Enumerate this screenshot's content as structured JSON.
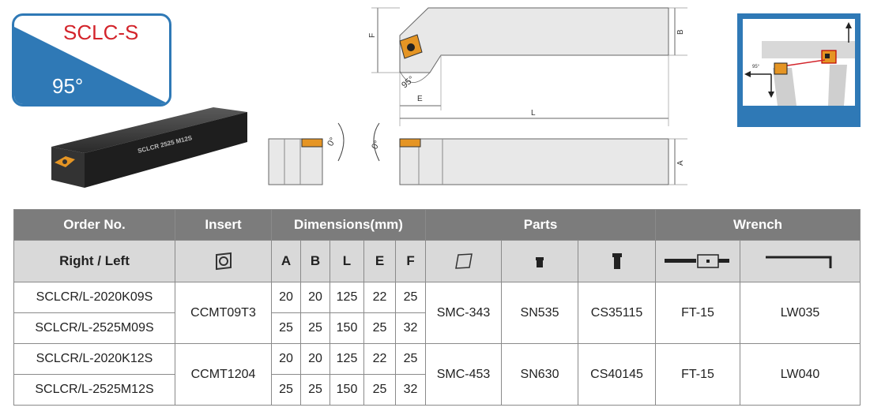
{
  "badge": {
    "code": "SCLC-S",
    "angle": "95°"
  },
  "tool_marking": "SCLCR 2525 M12S",
  "drawing": {
    "label_F": "F",
    "label_B": "B",
    "label_E": "E",
    "label_L": "L",
    "label_A": "A",
    "angle_95": "95°",
    "angle_0_left": "0°",
    "angle_0_right": "0°"
  },
  "inset": {
    "angle": "95°"
  },
  "table": {
    "groups": [
      "Order No.",
      "Insert",
      "Dimensions(mm)",
      "Parts",
      "Wrench"
    ],
    "subheader_order": "Right / Left",
    "dim_headers": [
      "A",
      "B",
      "L",
      "E",
      "F"
    ],
    "icons": [
      "insert-icon",
      "shim-icon",
      "screw-icon",
      "clamp-screw-icon",
      "torx-key-icon",
      "hex-key-icon"
    ],
    "rows": [
      {
        "order": "SCLCR/L-2020K09S",
        "dims": [
          "20",
          "20",
          "125",
          "22",
          "25"
        ]
      },
      {
        "order": "SCLCR/L-2525M09S",
        "dims": [
          "25",
          "25",
          "150",
          "25",
          "32"
        ]
      },
      {
        "order": "SCLCR/L-2020K12S",
        "dims": [
          "20",
          "20",
          "125",
          "22",
          "25"
        ]
      },
      {
        "order": "SCLCR/L-2525M12S",
        "dims": [
          "25",
          "25",
          "150",
          "25",
          "32"
        ]
      }
    ],
    "groups_data": [
      {
        "insert": "CCMT09T3",
        "part1": "SMC-343",
        "part2": "SN535",
        "part3": "CS35115",
        "wrench1": "FT-15",
        "wrench2": "LW035"
      },
      {
        "insert": "CCMT1204",
        "part1": "SMC-453",
        "part2": "SN630",
        "part3": "CS40145",
        "wrench1": "FT-15",
        "wrench2": "LW040"
      }
    ]
  }
}
